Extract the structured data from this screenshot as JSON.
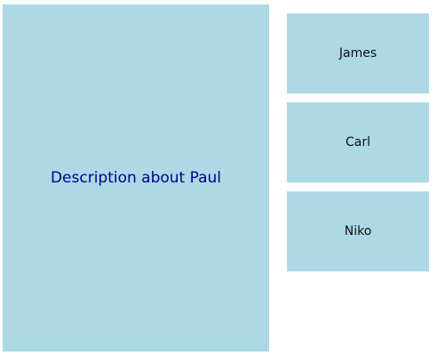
{
  "detail": {
    "text": "Description about Paul"
  },
  "people": [
    {
      "name": "James"
    },
    {
      "name": "Carl"
    },
    {
      "name": "Niko"
    }
  ],
  "colors": {
    "panel_bg": "#add8e6",
    "detail_text": "#00008b",
    "name_text": "#111111",
    "page_bg": "#ffffff"
  }
}
